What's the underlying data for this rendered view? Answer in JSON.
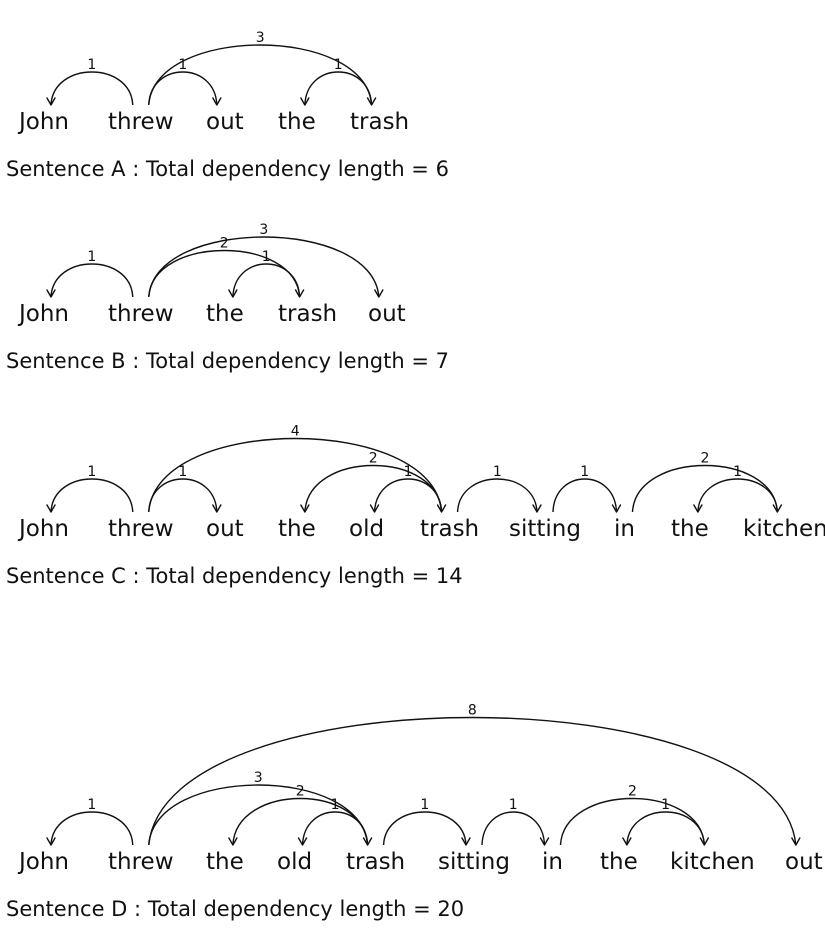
{
  "sentences": [
    {
      "id": "A",
      "caption": "Sentence A : Total dependency length = 6",
      "words": [
        "John",
        "threw",
        "out",
        "the",
        "trash"
      ],
      "dependencies": [
        {
          "head": 1,
          "dependent": 0,
          "length": "1"
        },
        {
          "head": 1,
          "dependent": 2,
          "length": "1"
        },
        {
          "head": 1,
          "dependent": 4,
          "length": "3"
        },
        {
          "head": 4,
          "dependent": 3,
          "length": "1"
        }
      ]
    },
    {
      "id": "B",
      "caption": "Sentence B : Total dependency length = 7",
      "words": [
        "John",
        "threw",
        "the",
        "trash",
        "out"
      ],
      "dependencies": [
        {
          "head": 1,
          "dependent": 0,
          "length": "1"
        },
        {
          "head": 1,
          "dependent": 3,
          "length": "2"
        },
        {
          "head": 1,
          "dependent": 4,
          "length": "3"
        },
        {
          "head": 3,
          "dependent": 2,
          "length": "1"
        }
      ]
    },
    {
      "id": "C",
      "caption": "Sentence C : Total dependency length = 14",
      "words": [
        "John",
        "threw",
        "out",
        "the",
        "old",
        "trash",
        "sitting",
        "in",
        "the",
        "kitchen"
      ],
      "dependencies": [
        {
          "head": 1,
          "dependent": 0,
          "length": "1"
        },
        {
          "head": 1,
          "dependent": 2,
          "length": "1"
        },
        {
          "head": 1,
          "dependent": 5,
          "length": "4"
        },
        {
          "head": 5,
          "dependent": 3,
          "length": "2"
        },
        {
          "head": 5,
          "dependent": 4,
          "length": "1"
        },
        {
          "head": 5,
          "dependent": 6,
          "length": "1"
        },
        {
          "head": 6,
          "dependent": 7,
          "length": "1"
        },
        {
          "head": 7,
          "dependent": 9,
          "length": "2"
        },
        {
          "head": 9,
          "dependent": 8,
          "length": "1"
        }
      ]
    },
    {
      "id": "D",
      "caption": "Sentence D : Total dependency length = 20",
      "words": [
        "John",
        "threw",
        "the",
        "old",
        "trash",
        "sitting",
        "in",
        "the",
        "kitchen",
        "out"
      ],
      "dependencies": [
        {
          "head": 1,
          "dependent": 0,
          "length": "1"
        },
        {
          "head": 1,
          "dependent": 4,
          "length": "3"
        },
        {
          "head": 1,
          "dependent": 9,
          "length": "8"
        },
        {
          "head": 4,
          "dependent": 2,
          "length": "2"
        },
        {
          "head": 4,
          "dependent": 3,
          "length": "1"
        },
        {
          "head": 4,
          "dependent": 5,
          "length": "1"
        },
        {
          "head": 5,
          "dependent": 6,
          "length": "1"
        },
        {
          "head": 6,
          "dependent": 8,
          "length": "2"
        },
        {
          "head": 8,
          "dependent": 7,
          "length": "1"
        }
      ]
    }
  ]
}
